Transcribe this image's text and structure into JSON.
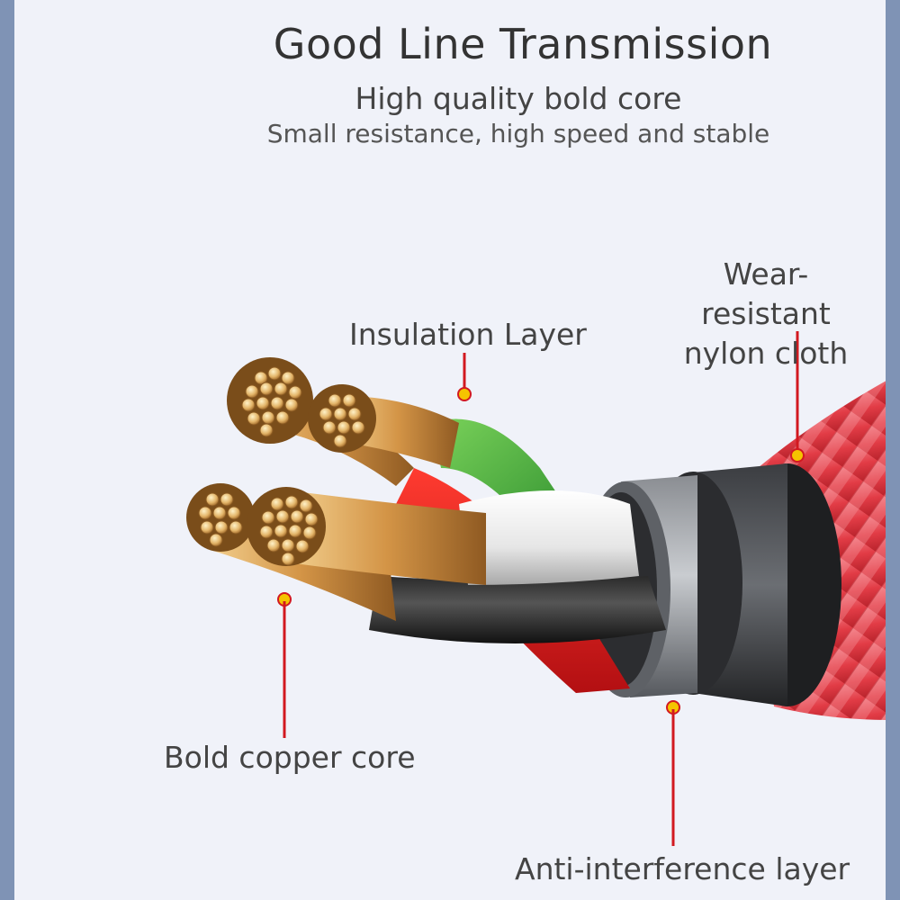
{
  "header": {
    "title": "Good Line Transmission",
    "subtitle": "High quality bold core",
    "subtext": "Small resistance, high speed and stable"
  },
  "callouts": {
    "insulation": "Insulation Layer",
    "wear_resistant": "Wear-resistant nylon cloth",
    "copper_core": "Bold copper core",
    "anti_interference": "Anti-interference layer"
  },
  "colors": {
    "background": "#f0f2f9",
    "side_border": "#7f93b5",
    "callout_line": "#d21920",
    "callout_dot": "#f5c400",
    "braid": "#e8424b",
    "copper": "#d9a25a"
  }
}
